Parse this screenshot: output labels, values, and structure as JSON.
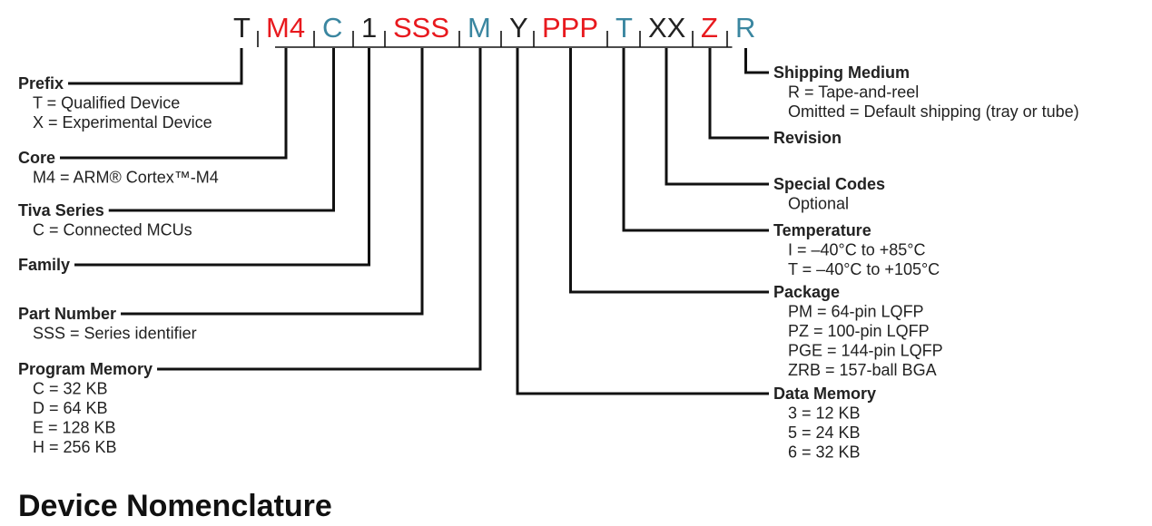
{
  "colors": {
    "black": "#222222",
    "red": "#e8191e",
    "teal": "#3a86a0"
  },
  "part_code": [
    {
      "text": "T",
      "color": "black"
    },
    {
      "text": "M4",
      "color": "red"
    },
    {
      "text": "C",
      "color": "teal"
    },
    {
      "text": "1",
      "color": "black"
    },
    {
      "text": "SSS",
      "color": "red"
    },
    {
      "text": "M",
      "color": "teal"
    },
    {
      "text": "Y",
      "color": "black"
    },
    {
      "text": "PPP",
      "color": "red"
    },
    {
      "text": "T",
      "color": "teal"
    },
    {
      "text": "XX",
      "color": "black"
    },
    {
      "text": "Z",
      "color": "red"
    },
    {
      "text": "R",
      "color": "teal"
    }
  ],
  "fields": [
    {
      "segment": 0,
      "side": "left",
      "title": "Prefix",
      "items": [
        "T = Qualified Device",
        "X = Experimental Device"
      ]
    },
    {
      "segment": 1,
      "side": "left",
      "title": "Core",
      "items": [
        "M4 = ARM® Cortex™-M4"
      ]
    },
    {
      "segment": 2,
      "side": "left",
      "title": "Tiva Series",
      "items": [
        "C = Connected MCUs"
      ]
    },
    {
      "segment": 3,
      "side": "left",
      "title": "Family",
      "items": []
    },
    {
      "segment": 4,
      "side": "left",
      "title": "Part Number",
      "items": [
        "SSS = Series identifier"
      ]
    },
    {
      "segment": 5,
      "side": "left",
      "title": "Program Memory",
      "items": [
        "C = 32 KB",
        "D = 64 KB",
        "E = 128 KB",
        "H = 256 KB"
      ]
    },
    {
      "segment": 11,
      "side": "right",
      "title": "Shipping Medium",
      "items": [
        "R = Tape-and-reel",
        "Omitted = Default shipping (tray or tube)"
      ]
    },
    {
      "segment": 10,
      "side": "right",
      "title": "Revision",
      "items": []
    },
    {
      "segment": 9,
      "side": "right",
      "title": "Special Codes",
      "items": [
        "Optional"
      ]
    },
    {
      "segment": 8,
      "side": "right",
      "title": "Temperature",
      "items": [
        "I = –40°C to +85°C",
        "T = –40°C to +105°C"
      ]
    },
    {
      "segment": 7,
      "side": "right",
      "title": "Package",
      "items": [
        "PM = 64-pin LQFP",
        "PZ = 100-pin LQFP",
        "PGE = 144-pin LQFP",
        "ZRB = 157-ball BGA"
      ]
    },
    {
      "segment": 6,
      "side": "right",
      "title": "Data Memory",
      "items": [
        "3 = 12 KB",
        "5 = 24 KB",
        "6 = 32 KB"
      ]
    }
  ],
  "page_heading": "Device Nomenclature"
}
